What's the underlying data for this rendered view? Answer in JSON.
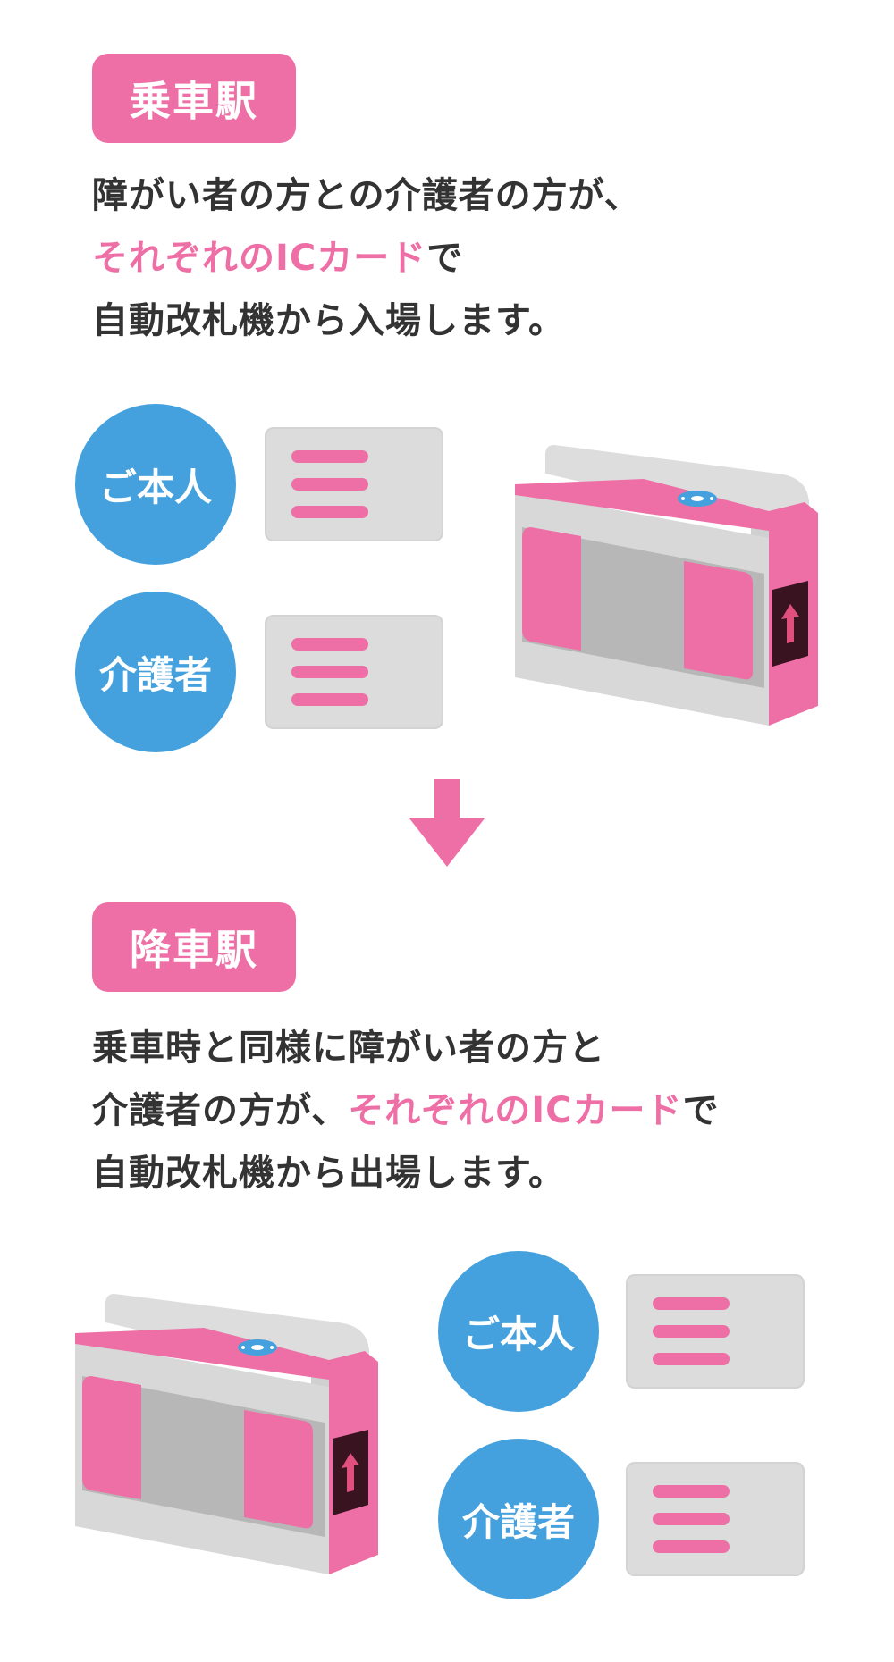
{
  "boarding": {
    "tag": "乗車駅",
    "lines": [
      [
        {
          "text": "障がい者の方との介護者の方が、",
          "accent": false
        }
      ],
      [
        {
          "text": "それぞれのICカード",
          "accent": true
        },
        {
          "text": "で",
          "accent": false
        }
      ],
      [
        {
          "text": "自動改札機から入場します。",
          "accent": false
        }
      ]
    ],
    "person_label": "ご本人",
    "caregiver_label": "介護者"
  },
  "alighting": {
    "tag": "降車駅",
    "lines": [
      [
        {
          "text": "乗車時と同様に障がい者の方と",
          "accent": false
        }
      ],
      [
        {
          "text": "介護者の方が、",
          "accent": false
        },
        {
          "text": "それぞれのICカード",
          "accent": true
        },
        {
          "text": "で",
          "accent": false
        }
      ],
      [
        {
          "text": "自動改札機から出場します。",
          "accent": false
        }
      ]
    ],
    "person_label": "ご本人",
    "caregiver_label": "介護者"
  },
  "icons": {
    "gate": "ticket-gate-icon",
    "card": "ic-card-icon",
    "arrow": "arrow-down-icon"
  },
  "colors": {
    "accent_pink": "#ee6fa6",
    "label_blue": "#44a1dd",
    "text": "#333333",
    "card_gray": "#dcdcdc",
    "gate_dark": "#3a1320"
  }
}
